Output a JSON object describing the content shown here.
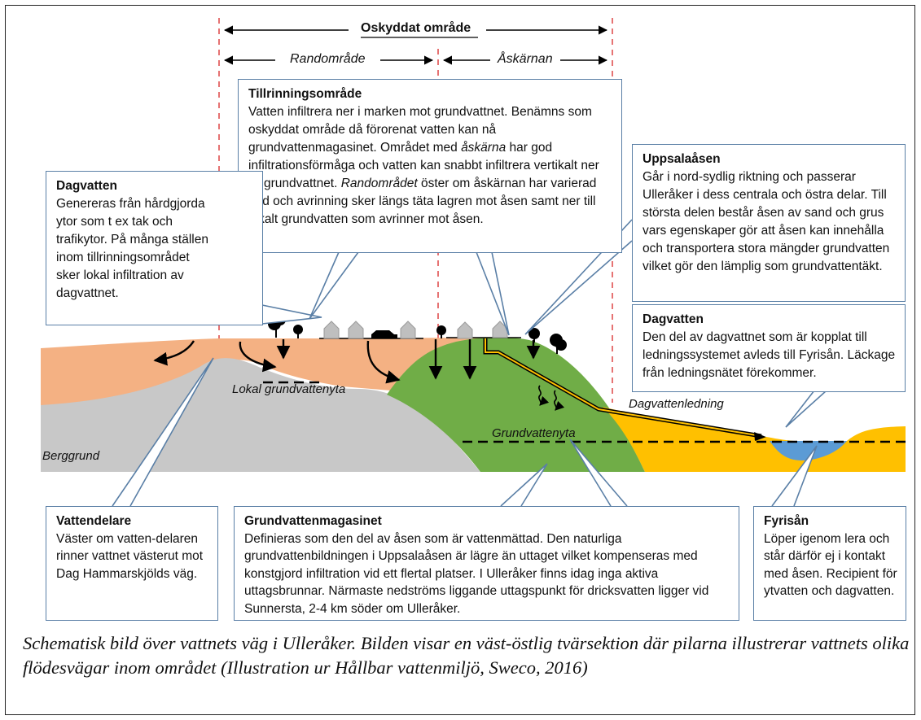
{
  "header": {
    "oskyddat": "Oskyddat område",
    "randomrade": "Randområde",
    "askarnan": "Åskärnan"
  },
  "callouts": {
    "tillrinning": {
      "title": "Tillrinningsområde",
      "body_1": "Vatten infiltrera ner i marken mot grundvattnet. Benämns som oskyddat område då förorenat vatten kan nå grundvattenmagasinet. Området med ",
      "body_em1": "åskärna",
      "body_2": " har god infiltrationsförmåga och vatten kan snabbt infiltrera vertikalt ner till grundvattnet. ",
      "body_em2": "Randområdet",
      "body_3": " öster om åskärnan har varierad jord och avrinning sker längs täta lagren mot åsen samt ner till lokalt grundvatten som avrinner mot åsen."
    },
    "dagvatten_west": {
      "title": "Dagvatten",
      "body": "Genereras från hårdgjorda ytor som t ex tak och trafikytor. På många ställen inom tillrinningsområdet sker lokal infiltration av dagvattnet."
    },
    "uppsalaasen": {
      "title": "Uppsalaåsen",
      "body": "Går i nord-sydlig riktning och passerar Ulleråker i dess centrala och östra delar. Till största delen består åsen av sand och grus vars egenskaper gör att åsen kan innehålla och transportera stora mängder grundvatten vilket gör den lämplig som grundvattentäkt."
    },
    "dagvatten_east": {
      "title": "Dagvatten",
      "body": "Den del av dagvattnet som är kopplat till ledningssystemet avleds till Fyrisån. Läckage från ledningsnätet förekommer."
    },
    "vattendelare": {
      "title": "Vattendelare",
      "body": "Väster om vatten-delaren rinner vattnet västerut mot Dag Hammarskjölds väg."
    },
    "magasinet": {
      "title": "Grundvattenmagasinet",
      "body": "Definieras som den del av åsen som är vattenmättad. Den naturliga grundvattenbildningen i Uppsalaåsen är lägre än uttaget vilket kompenseras med konstgjord infiltration vid ett flertal platser. I Ulleråker finns idag inga aktiva uttagsbrunnar. Närmaste nedströms liggande uttagspunkt för dricksvatten ligger vid Sunnersta, 2-4 km söder om Ulleråker."
    },
    "fyrisan": {
      "title": "Fyrisån",
      "body": "Löper igenom lera och står därför ej i kontakt med åsen. Recipient för ytvatten och dagvatten."
    }
  },
  "labels": {
    "lokal": "Lokal grundvattenyta",
    "dagvattenledning": "Dagvattenledning",
    "grundvattenyta": "Grundvattenyta",
    "berggrund": "Berggrund"
  },
  "caption": "Schematisk bild över vattnets väg i Ulleråker. Bilden visar en väst-östlig tvärsektion där pilarna illustrerar vattnets olika flödesvägar inom området (Illustration ur Hållbar vattenmiljö, Sweco, 2016)",
  "colors": {
    "soil": "#f4b183",
    "bedrock": "#c8c8c8",
    "esker": "#70ad47",
    "clay": "#ffc000",
    "river": "#5b9bd5",
    "callout_border": "#5a7fa6",
    "divider": "#e05050"
  }
}
